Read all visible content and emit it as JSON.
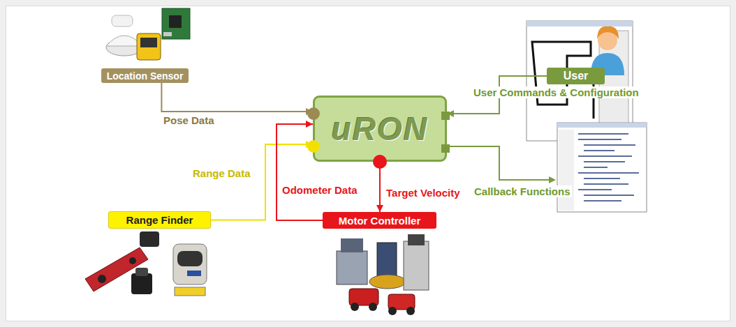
{
  "diagram": {
    "nodes": [
      {
        "text": [
          "Location Sensor"
        ]
      },
      {
        "text": [
          "uRON"
        ]
      },
      {
        "text": [
          "User"
        ]
      },
      {
        "text": [
          "Range Finder"
        ]
      },
      {
        "text": [
          "Motor Controller"
        ]
      }
    ],
    "edges": [
      {
        "from": 0,
        "to": 1,
        "label": "Pose Data",
        "arrow": "to"
      },
      {
        "from": 3,
        "to": 1,
        "label": "Range Data",
        "arrow": "to"
      },
      {
        "from": 4,
        "to": 1,
        "label": "Odometer Data",
        "arrow": "to"
      },
      {
        "from": 1,
        "to": 4,
        "label": "Target Velocity",
        "arrow": "to"
      },
      {
        "from": 2,
        "to": 1,
        "label": "User Commands & Configuration",
        "arrow": "to"
      }
    ],
    "labels": [
      "Callback Functions"
    ]
  }
}
